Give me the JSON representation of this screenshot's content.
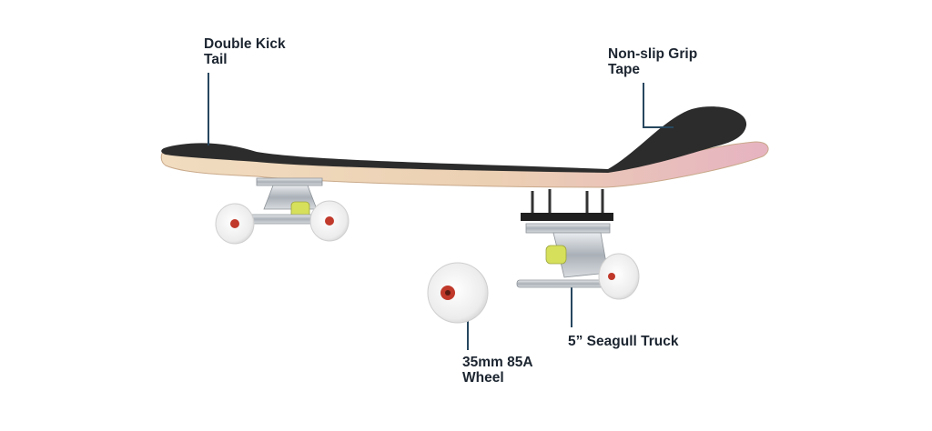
{
  "labels": {
    "tail": "Double Kick\nTail",
    "grip": "Non-slip Grip\nTape",
    "truck": "5” Seagull Truck",
    "wheel": "35mm 85A\nWheel"
  },
  "colors": {
    "leader": "#27475f",
    "grip_tape": "#2a2a2a",
    "deck_wood": "#ecd2b4",
    "deck_bottom": "#e3b8c2",
    "truck_metal": "#c7cbd0",
    "bushing": "#d6e05a",
    "wheel": "#f3f3f3",
    "bearing": "#c0392b"
  }
}
